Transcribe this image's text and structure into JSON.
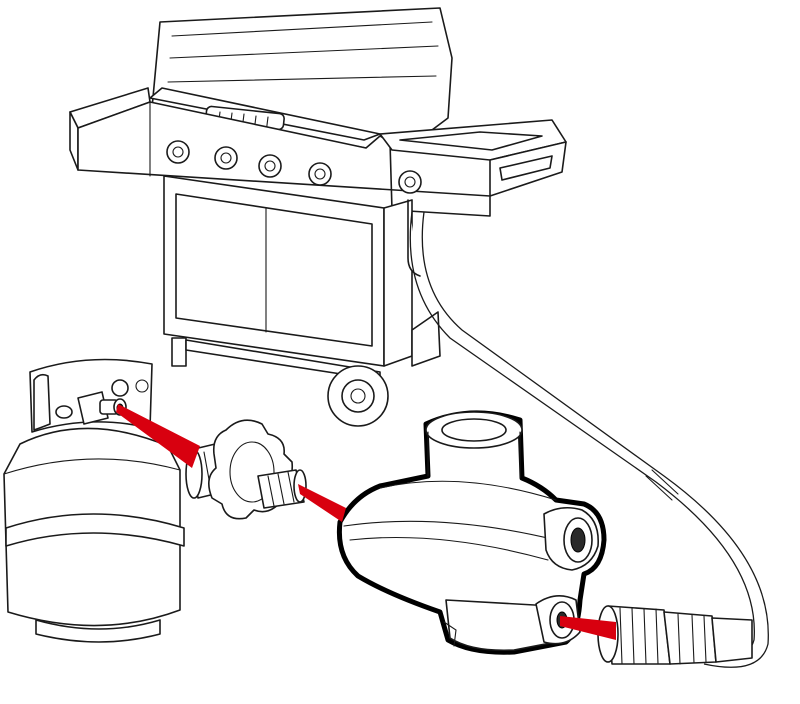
{
  "colors": {
    "outline": "#1a1a1a",
    "connection_beam": "#d8000f",
    "background": "#ffffff"
  },
  "components": [
    {
      "name": "gas-grill-icon"
    },
    {
      "name": "propane-tank-icon"
    },
    {
      "name": "tank-adapter-icon"
    },
    {
      "name": "gas-regulator-icon"
    },
    {
      "name": "hose-fitting-icon"
    },
    {
      "name": "gas-hose-icon"
    }
  ],
  "connections": [
    {
      "from": "tank-valve",
      "to": "tank-adapter"
    },
    {
      "from": "tank-adapter",
      "to": "gas-regulator"
    },
    {
      "from": "gas-regulator",
      "to": "hose-fitting"
    }
  ]
}
